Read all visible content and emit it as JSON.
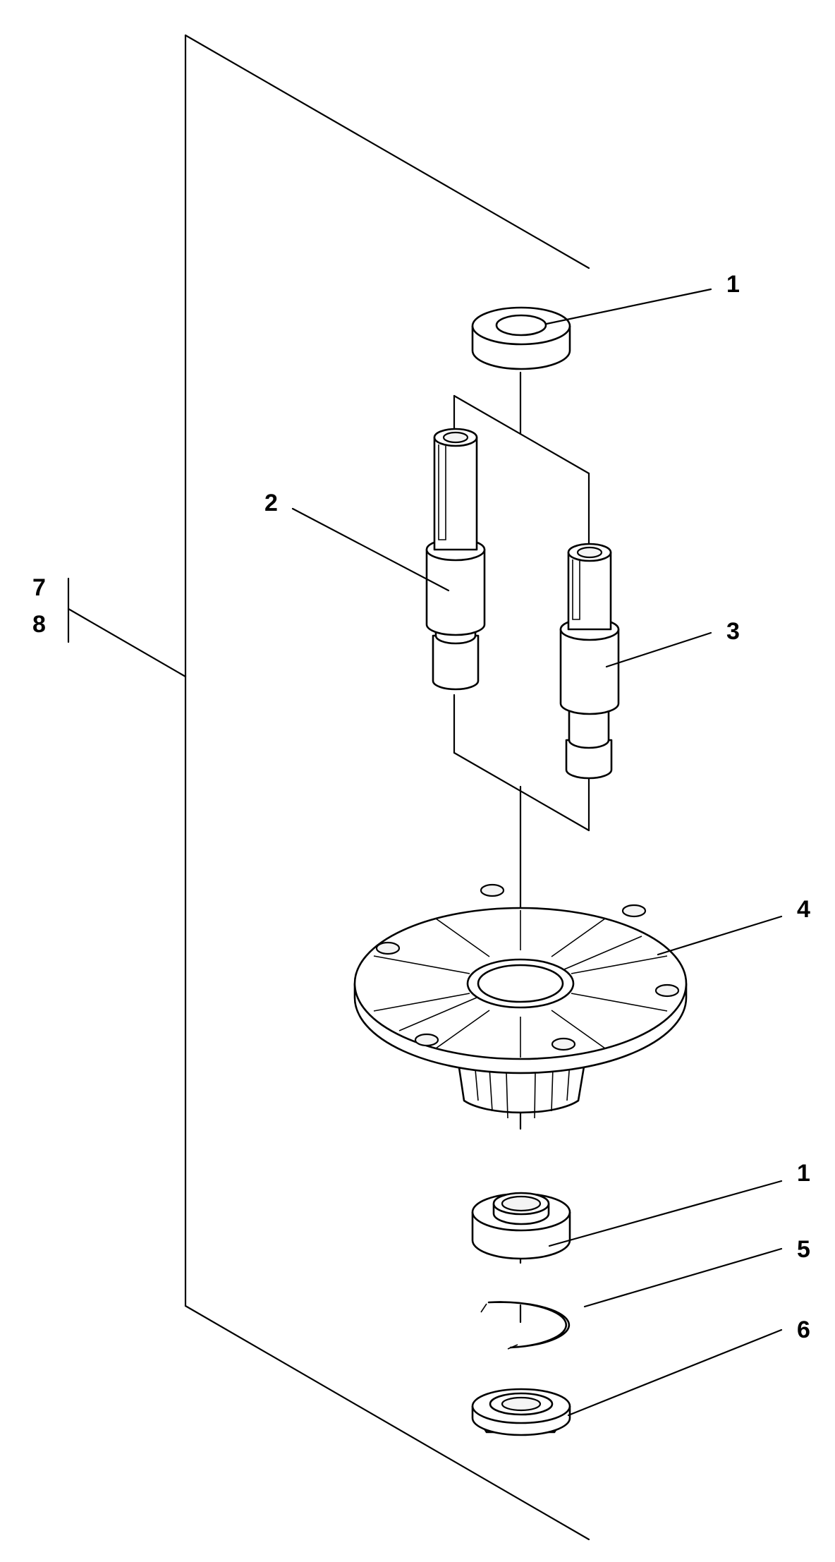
{
  "callouts": {
    "c1_top": "1",
    "c2": "2",
    "c3": "3",
    "c4": "4",
    "c1_bottom": "1",
    "c5": "5",
    "c6": "6",
    "c7": "7",
    "c8": "8"
  }
}
